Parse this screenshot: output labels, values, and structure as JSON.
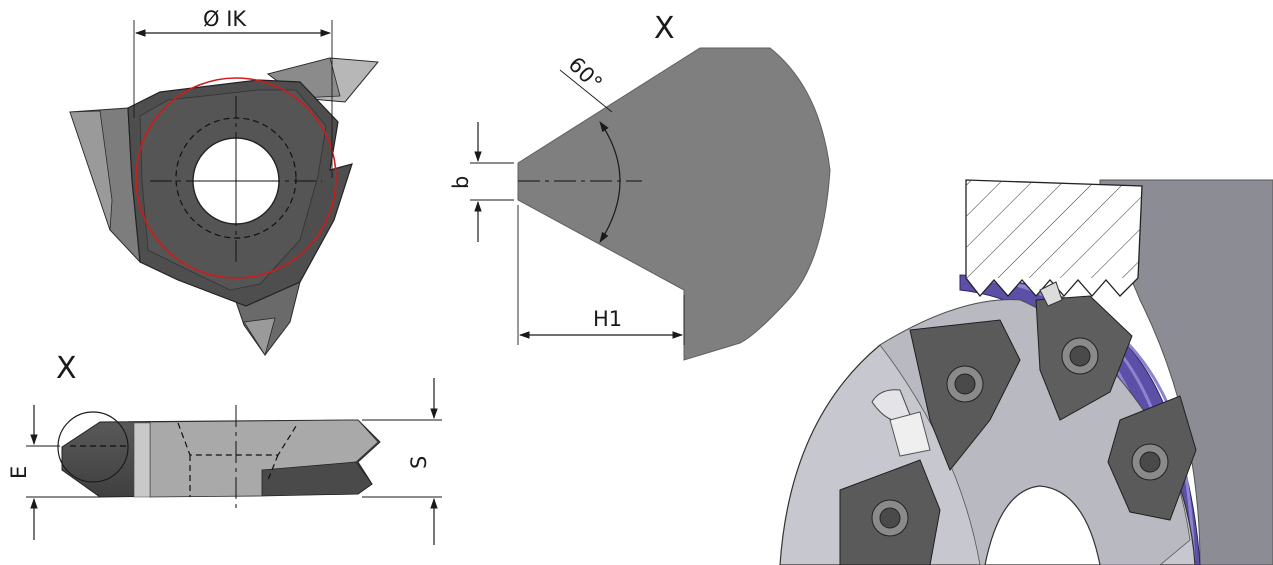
{
  "labels": {
    "ik": "Ø IK",
    "x_top": "X",
    "angle": "60°",
    "b": "b",
    "h1": "H1",
    "x_side": "X",
    "e": "E",
    "s": "S"
  },
  "colors": {
    "insert_dark": "#4d4d4d",
    "insert_mid": "#6e6e6e",
    "insert_light": "#a9a9a9",
    "detail_gray": "#7f7f7f",
    "inscribed_circle": "#d11a1a",
    "thread_purple": "#5b4fa8",
    "cutter_body": "#c6c6cc",
    "workpiece": "#ffffff"
  }
}
